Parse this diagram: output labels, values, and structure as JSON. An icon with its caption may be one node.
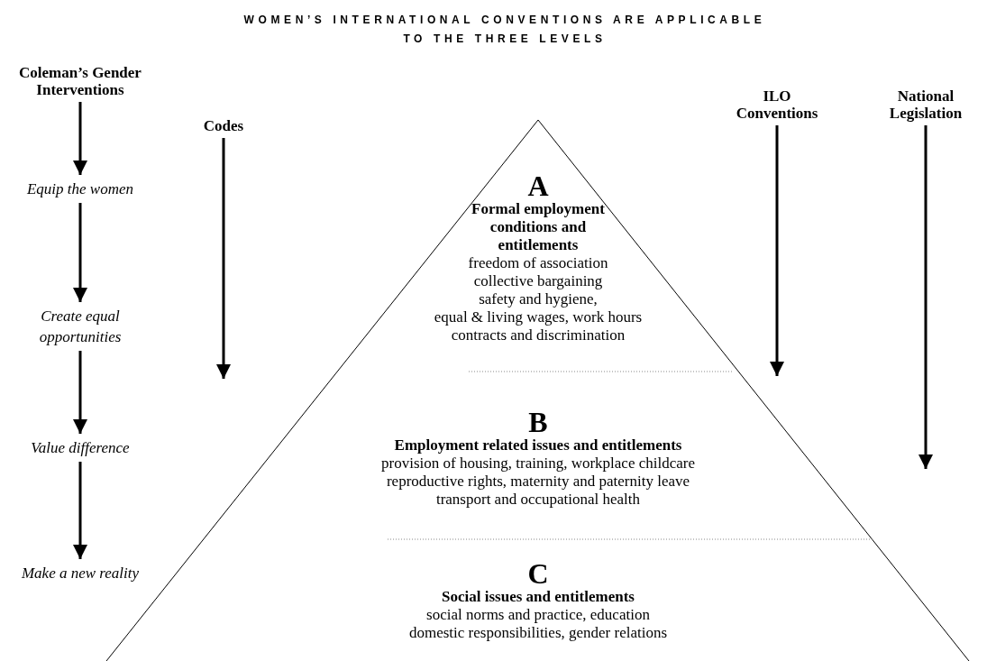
{
  "diagram": {
    "title": "WOMEN’S INTERNATIONAL CONVENTIONS ARE APPLICABLE TO THE THREE LEVELS",
    "nodes": [
      {
        "text": [
          "Coleman’s Gender Interventions"
        ]
      },
      {
        "text": [
          "Equip the women"
        ]
      },
      {
        "text": [
          "Create equal opportunities"
        ]
      },
      {
        "text": [
          "Value difference"
        ]
      },
      {
        "text": [
          "Make a new reality"
        ]
      },
      {
        "text": [
          "Codes"
        ]
      },
      {
        "text": [
          "ILO Conventions"
        ]
      },
      {
        "text": [
          "National Legislation"
        ]
      },
      {
        "text": [
          "A",
          "Formal employment conditions and entitlements",
          "freedom of association",
          "collective bargaining",
          "safety and hygiene,",
          "equal & living wages, work hours",
          "contracts and discrimination"
        ]
      },
      {
        "text": [
          "B",
          "Employment related issues and entitlements",
          "provision of housing, training, workplace childcare",
          "reproductive rights, maternity and paternity leave",
          "transport and occupational health"
        ]
      },
      {
        "text": [
          "C",
          "Social issues and entitlements",
          "social norms and practice, education",
          "domestic responsibilities, gender relations"
        ]
      }
    ],
    "edges": [
      {
        "from": 0,
        "to": 1,
        "arrow": "to"
      },
      {
        "from": 1,
        "to": 2,
        "arrow": "to"
      },
      {
        "from": 2,
        "to": 3,
        "arrow": "to"
      },
      {
        "from": 3,
        "to": 4,
        "arrow": "to"
      },
      {
        "from": 5,
        "to": null,
        "arrow": "to"
      },
      {
        "from": 6,
        "to": null,
        "arrow": "to"
      },
      {
        "from": 7,
        "to": null,
        "arrow": "to"
      }
    ]
  }
}
